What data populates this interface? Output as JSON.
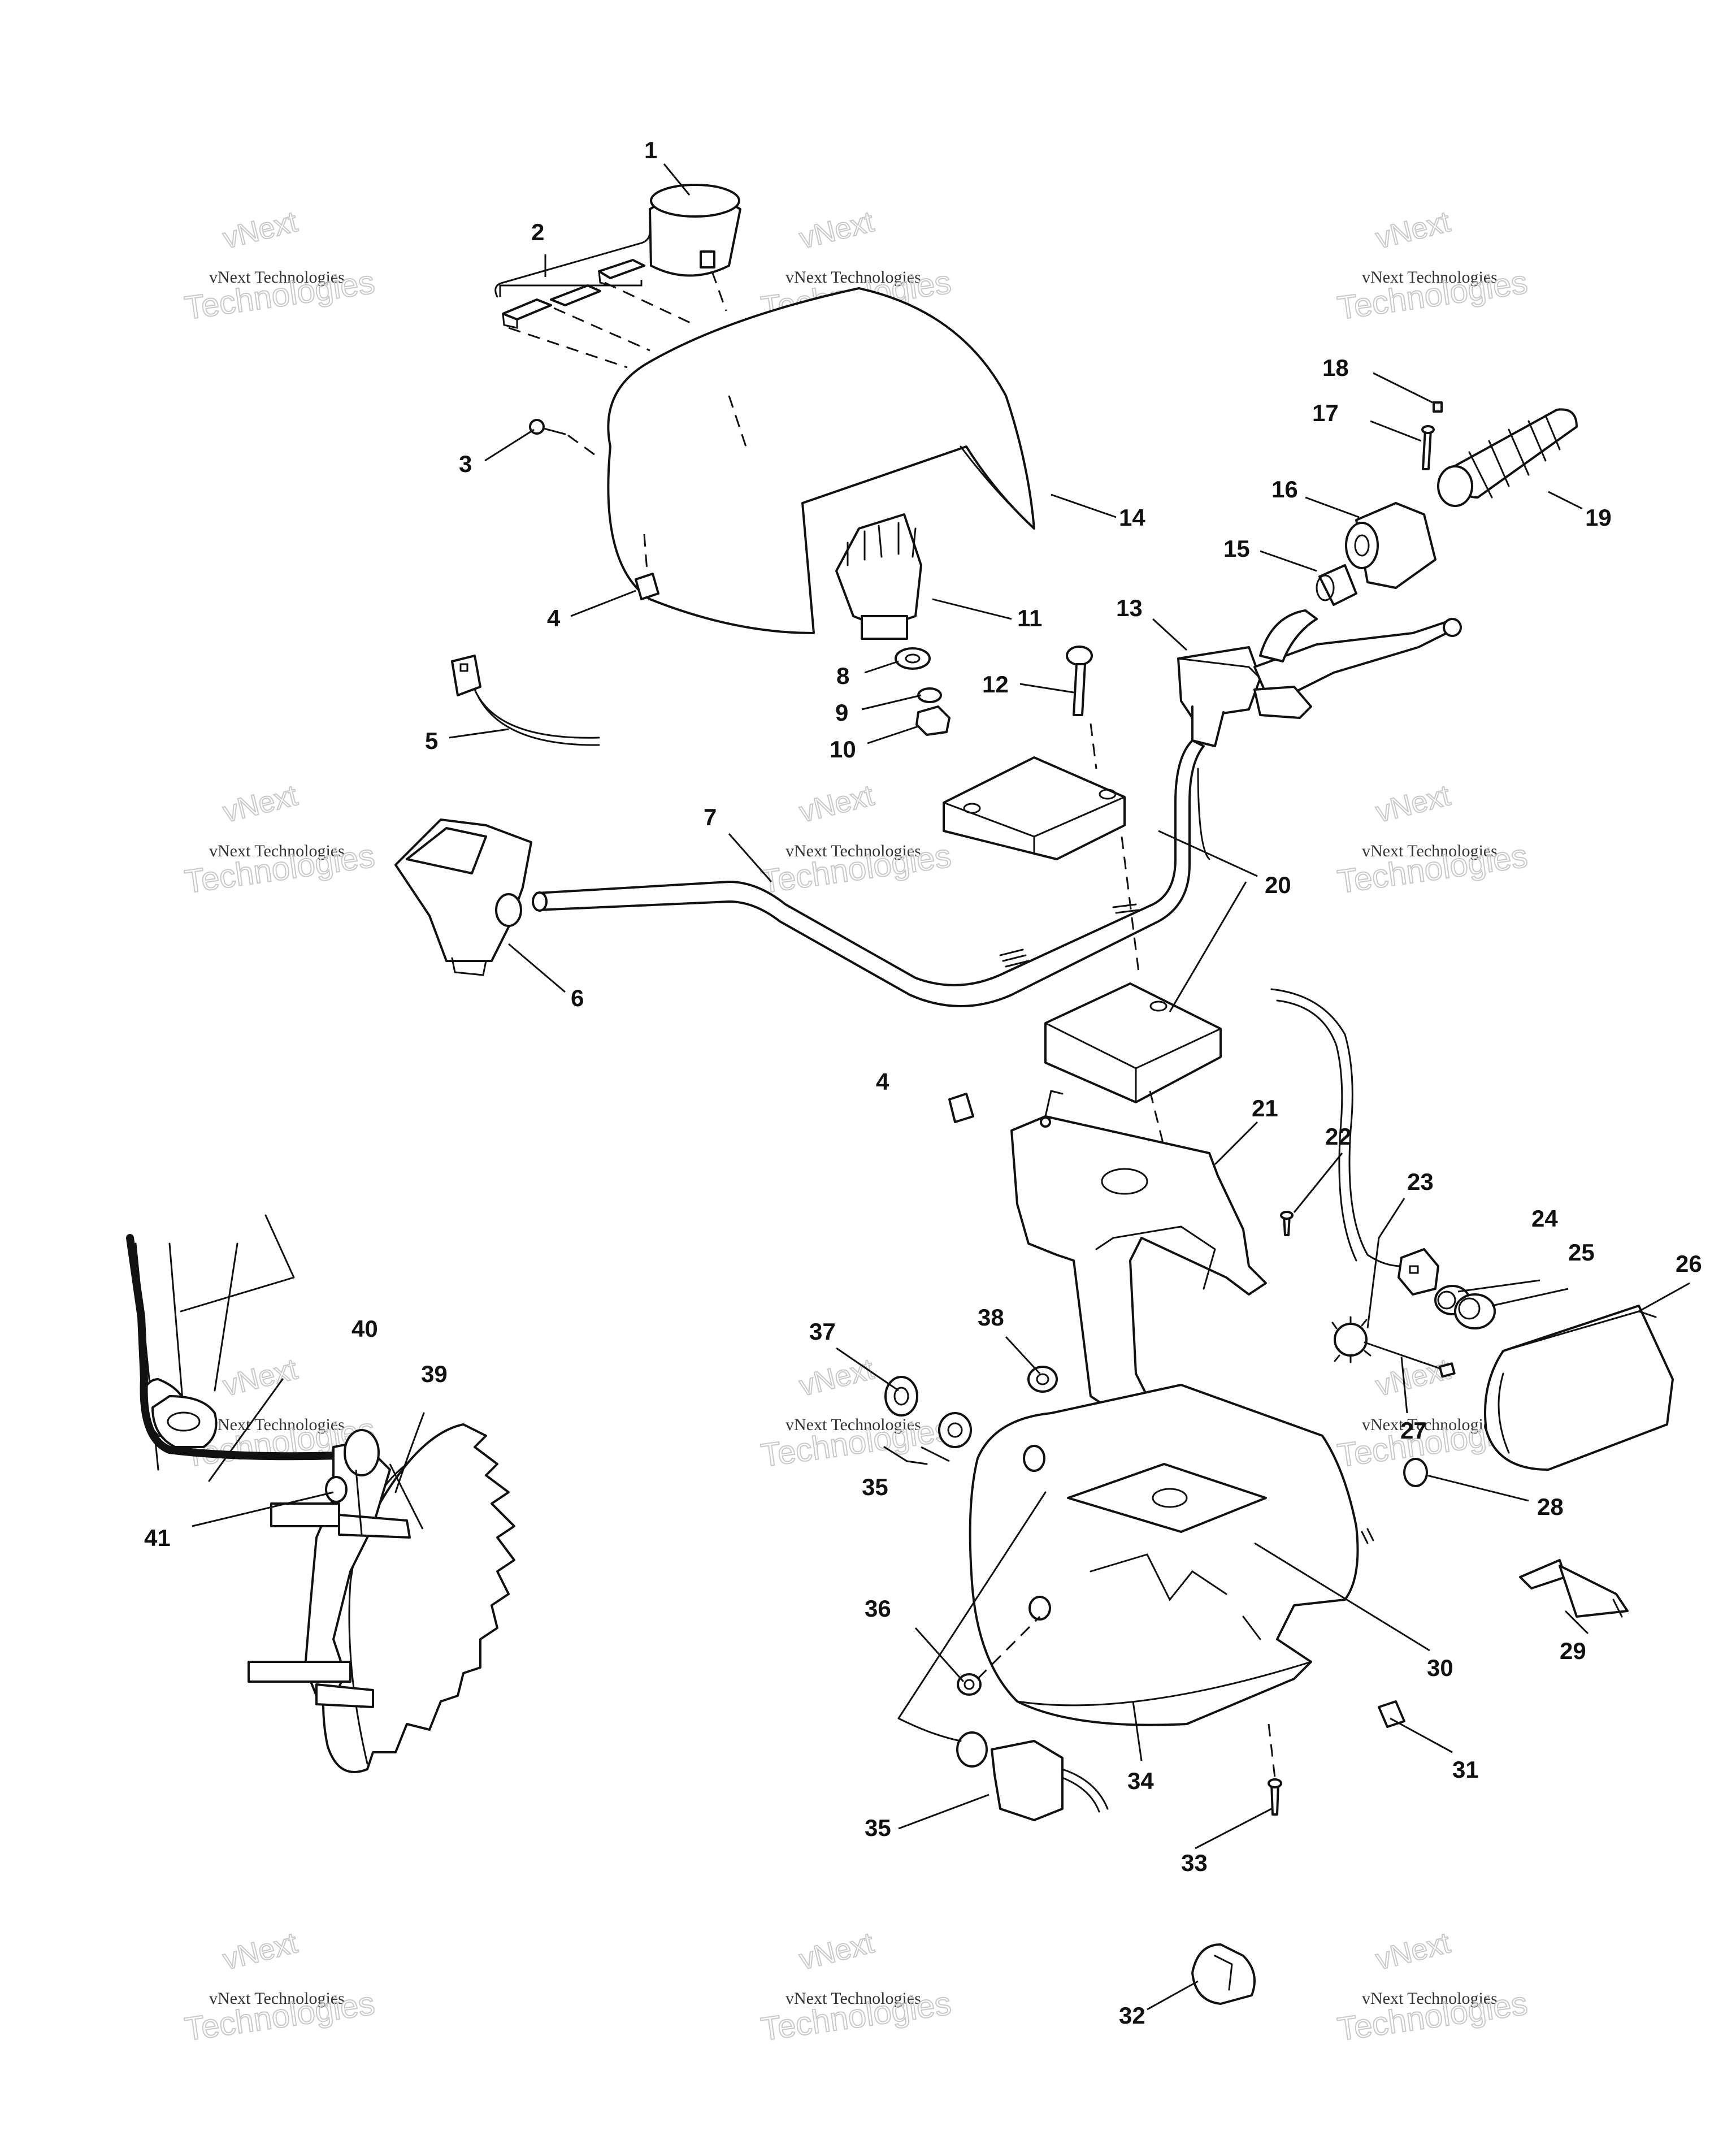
{
  "callouts": [
    {
      "id": "c1",
      "text": "1"
    },
    {
      "id": "c2",
      "text": "2"
    },
    {
      "id": "c3",
      "text": "3"
    },
    {
      "id": "c4a",
      "text": "4"
    },
    {
      "id": "c4b",
      "text": "4"
    },
    {
      "id": "c5",
      "text": "5"
    },
    {
      "id": "c6",
      "text": "6"
    },
    {
      "id": "c7",
      "text": "7"
    },
    {
      "id": "c8",
      "text": "8"
    },
    {
      "id": "c9",
      "text": "9"
    },
    {
      "id": "c10",
      "text": "10"
    },
    {
      "id": "c11",
      "text": "11"
    },
    {
      "id": "c12",
      "text": "12"
    },
    {
      "id": "c13",
      "text": "13"
    },
    {
      "id": "c14",
      "text": "14"
    },
    {
      "id": "c15",
      "text": "15"
    },
    {
      "id": "c16",
      "text": "16"
    },
    {
      "id": "c17",
      "text": "17"
    },
    {
      "id": "c18",
      "text": "18"
    },
    {
      "id": "c19",
      "text": "19"
    },
    {
      "id": "c20",
      "text": "20"
    },
    {
      "id": "c21",
      "text": "21"
    },
    {
      "id": "c22",
      "text": "22"
    },
    {
      "id": "c23",
      "text": "23"
    },
    {
      "id": "c24",
      "text": "24"
    },
    {
      "id": "c25",
      "text": "25"
    },
    {
      "id": "c26",
      "text": "26"
    },
    {
      "id": "c27",
      "text": "27"
    },
    {
      "id": "c28",
      "text": "28"
    },
    {
      "id": "c29",
      "text": "29"
    },
    {
      "id": "c30",
      "text": "30"
    },
    {
      "id": "c31",
      "text": "31"
    },
    {
      "id": "c32",
      "text": "32"
    },
    {
      "id": "c33",
      "text": "33"
    },
    {
      "id": "c34",
      "text": "34"
    },
    {
      "id": "c35a",
      "text": "35"
    },
    {
      "id": "c35b",
      "text": "35"
    },
    {
      "id": "c36",
      "text": "36"
    },
    {
      "id": "c37",
      "text": "37"
    },
    {
      "id": "c38",
      "text": "38"
    },
    {
      "id": "c39",
      "text": "39"
    },
    {
      "id": "c40",
      "text": "40"
    },
    {
      "id": "c41",
      "text": "41"
    }
  ],
  "watermark": {
    "line1": "vNext",
    "line2": "vNext Technologies",
    "line3": "Technologies"
  }
}
